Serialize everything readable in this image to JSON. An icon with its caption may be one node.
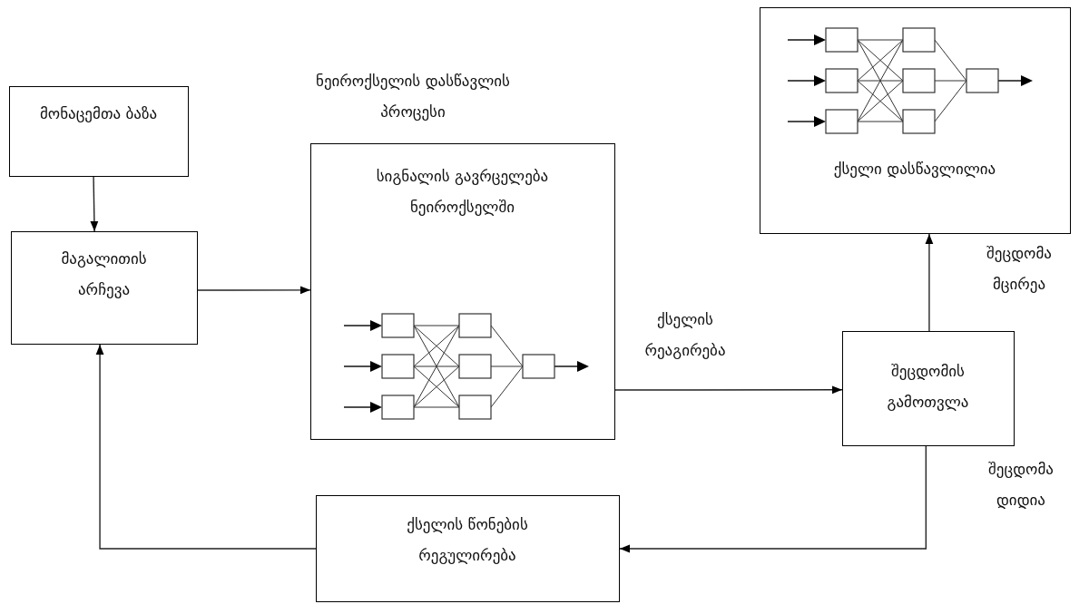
{
  "diagram": {
    "title": "ნეიროქსელის დასწავლის პროცესი",
    "nodes": [
      {
        "text": [
          "მონაცემთა ბაზა"
        ]
      },
      {
        "text": [
          "მაგალითის არჩევა"
        ]
      },
      {
        "text": [
          "სიგნალის გავრცელება ნეიროქსელში"
        ]
      },
      {
        "text": [
          "ქსელი დასწავლილია"
        ]
      },
      {
        "text": [
          "შეცდომის გამოთვლა"
        ]
      },
      {
        "text": [
          "ქსელის წონების რეგულირება"
        ]
      }
    ],
    "edges": [
      {
        "from": 0,
        "to": 1,
        "arrow": "to"
      },
      {
        "from": 1,
        "to": 2,
        "arrow": "to"
      },
      {
        "from": 2,
        "to": 4,
        "arrow": "to",
        "label": "ქსელის რეაგირება"
      },
      {
        "from": 4,
        "to": 3,
        "arrow": "to",
        "label": "შეცდომა მცირეა"
      },
      {
        "from": 4,
        "to": 5,
        "arrow": "to",
        "label": "შეცდომა დიდია"
      },
      {
        "from": 5,
        "to": 1,
        "arrow": "to"
      }
    ]
  }
}
